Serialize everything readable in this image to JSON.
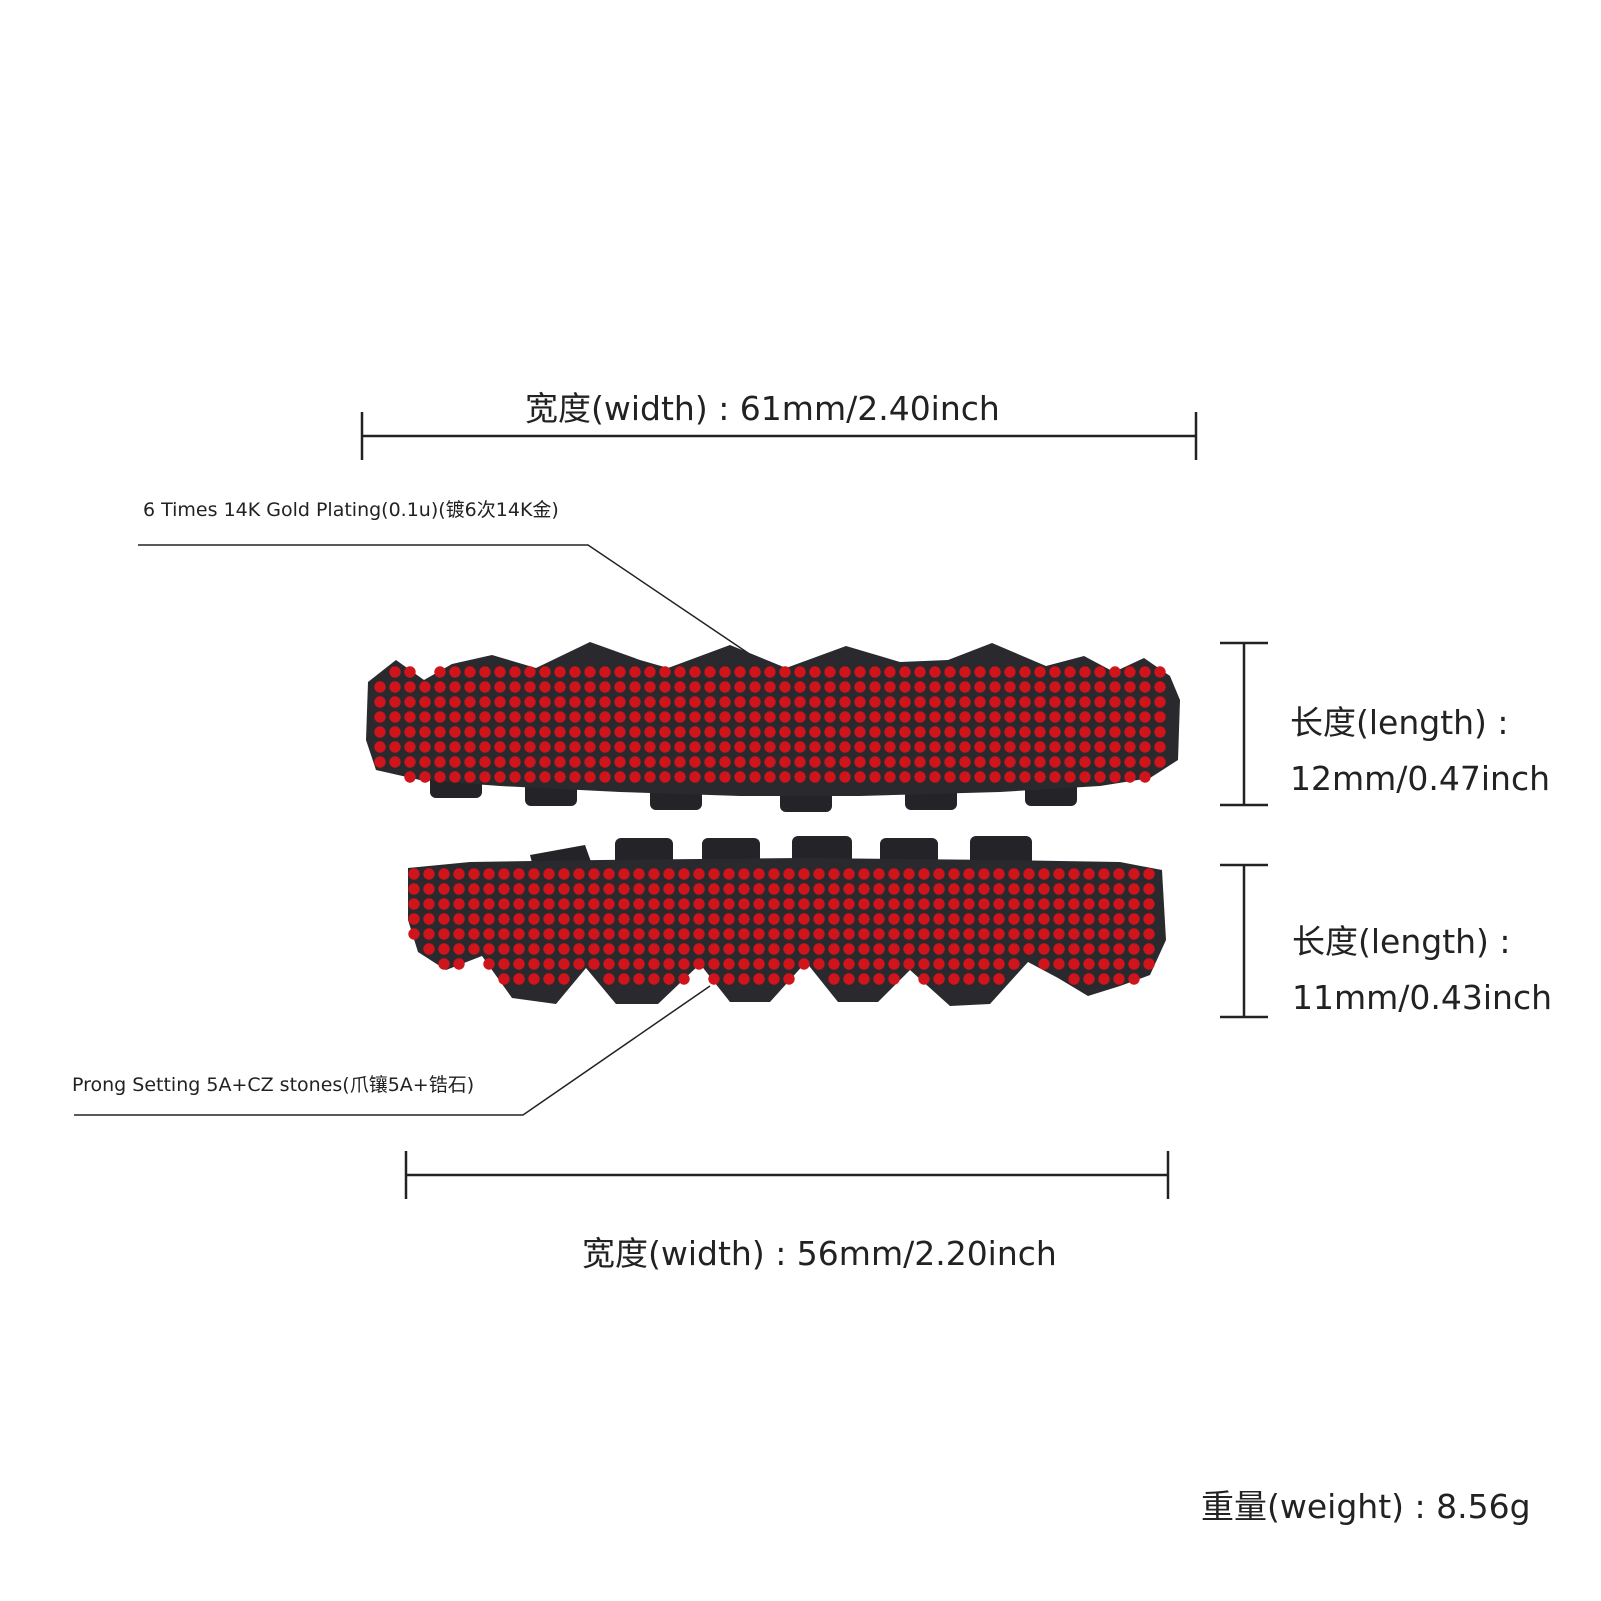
{
  "colors": {
    "background": "#ffffff",
    "text": "#222222",
    "metal": "#2a2a2e",
    "stone": "#d0141c"
  },
  "annotations": {
    "top_width": "宽度(width) : 61mm/2.40inch",
    "bottom_width": "宽度(width) : 56mm/2.20inch",
    "top_length_label": "长度(length) :",
    "top_length_value": "12mm/0.47inch",
    "bottom_length_label": "长度(length) :",
    "bottom_length_value": "11mm/0.43inch",
    "plating": "6 Times  14K  Gold  Plating(0.1u)(镀6次14K金)",
    "prong": "Prong Setting 5A+CZ stones(爪镶5A+锆石)",
    "weight": "重量(weight) : 8.56g"
  },
  "product": {
    "top_grill_teeth": 8,
    "bottom_grill_teeth": 8
  }
}
